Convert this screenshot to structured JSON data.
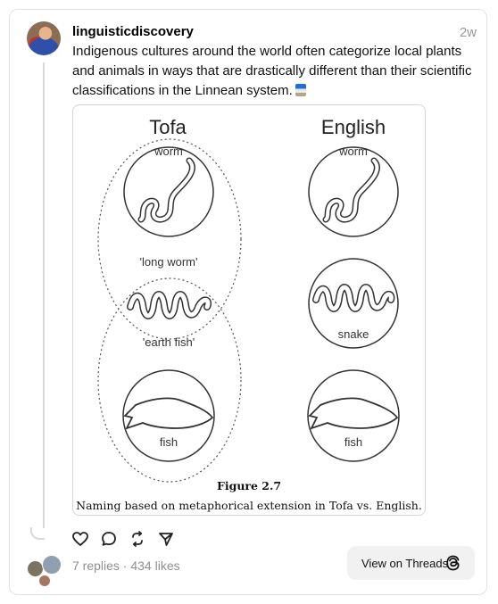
{
  "post": {
    "username": "linguisticdiscovery",
    "time": "2w",
    "text": "Indigenous cultures around the world often categorize local plants and animals in ways that are drastically different than their scientific classifications in the Linnean system."
  },
  "figure": {
    "col_left": "Tofa",
    "col_right": "English",
    "labels": {
      "worm_left": "worm",
      "worm_right": "worm",
      "long_worm": "'long worm'",
      "earth_fish": "'earth fish'",
      "snake": "snake",
      "fish_left": "fish",
      "fish_right": "fish"
    },
    "caption_title": "Figure 2.7",
    "caption_text": "Naming based on metaphorical extension in Tofa vs. English."
  },
  "stats": {
    "text": "7 replies · 434 likes"
  },
  "view_button": {
    "label": "View on Threads"
  },
  "icons": {
    "like": "heart-icon",
    "reply": "comment-icon",
    "repost": "repost-icon",
    "share": "send-icon",
    "threads": "threads-logo-icon"
  }
}
